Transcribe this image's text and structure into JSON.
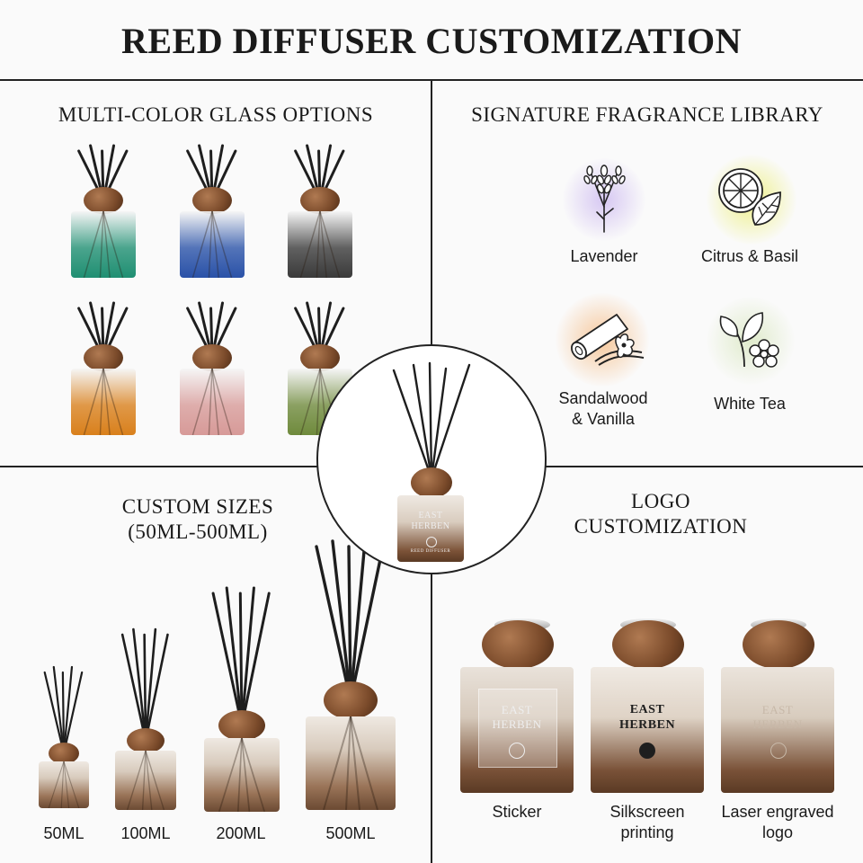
{
  "title": "REED DIFFUSER CUSTOMIZATION",
  "sections": {
    "glass": {
      "heading": "MULTI-COLOR GLASS OPTIONS",
      "colors": [
        {
          "name": "green",
          "hex": "#1f8f72"
        },
        {
          "name": "blue",
          "hex": "#2a52a8"
        },
        {
          "name": "gray",
          "hex": "#3a3a3a"
        },
        {
          "name": "amber",
          "hex": "#d9801c"
        },
        {
          "name": "pink",
          "hex": "#d79a98"
        },
        {
          "name": "olive",
          "hex": "#6f8a3c"
        }
      ]
    },
    "fragrance": {
      "heading": "SIGNATURE FRAGRANCE LIBRARY",
      "items": [
        {
          "label": "Lavender",
          "icon": "lavender-icon",
          "glow": "#d6c7f2"
        },
        {
          "label": "Citrus & Basil",
          "icon": "citrus-basil-icon",
          "glow": "#f1f29a"
        },
        {
          "label_line1": "Sandalwood",
          "label_line2": "& Vanilla",
          "icon": "sandalwood-vanilla-icon",
          "glow": "#f6cfa8"
        },
        {
          "label": "White Tea",
          "icon": "white-tea-icon",
          "glow": "#e3ecd2"
        }
      ]
    },
    "sizes": {
      "heading_line1": "CUSTOM SIZES",
      "heading_line2": "(50ML-500ML)",
      "items": [
        "50ML",
        "100ML",
        "200ML",
        "500ML"
      ]
    },
    "logo": {
      "heading_line1": "LOGO",
      "heading_line2": "CUSTOMIZATION",
      "brand_line1": "EAST",
      "brand_line2": "HERBEN",
      "options": [
        {
          "line1": "Sticker",
          "line2": ""
        },
        {
          "line1": "Silkscreen",
          "line2": "printing"
        },
        {
          "line1": "Laser engraved",
          "line2": "logo"
        }
      ]
    }
  },
  "center": {
    "brand_line1": "EAST",
    "brand_line2": "HERBEN",
    "tagline": "REED DIFFUSER"
  },
  "palette": {
    "line": "#222222",
    "wood": "#7a4a2a",
    "glass_brown": "#6b4a33"
  }
}
